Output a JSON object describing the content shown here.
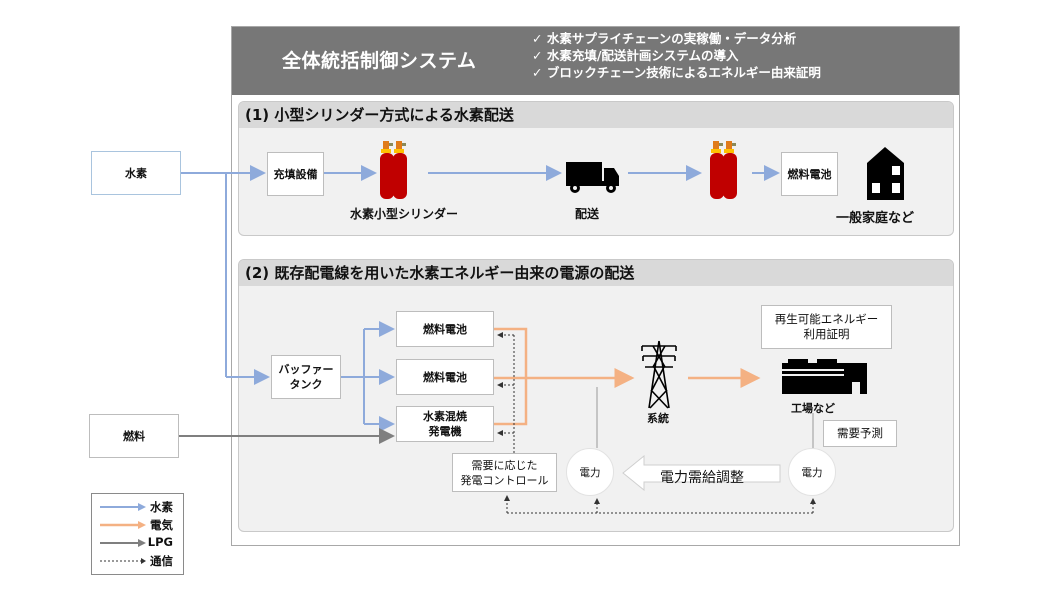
{
  "header": {
    "title": "全体統括制御システム",
    "checks": [
      "✓ 水素サプライチェーンの実稼働・データ分析",
      "✓ 水素充填/配送計画システムの導入",
      "✓ ブロックチェーン技術によるエネルギー由来証明"
    ]
  },
  "inputs": {
    "hydrogen": "水素",
    "fuel": "燃料"
  },
  "section1": {
    "title": "(1) 小型シリンダー方式による水素配送",
    "filling_equipment": "充填設備",
    "cylinder_label": "水素小型シリンダー",
    "delivery_label": "配送",
    "fuel_cell": "燃料電池",
    "home_label": "一般家庭など"
  },
  "section2": {
    "title": "(2) 既存配電線を用いた水素エネルギー由来の電源の配送",
    "buffer_tank": "バッファー\nタンク",
    "fuel_cell_1": "燃料電池",
    "fuel_cell_2": "燃料電池",
    "hydrogen_generator": "水素混焼\n発電機",
    "grid_label": "系統",
    "renewable_cert": "再生可能エネルギー\n利用証明",
    "factory_label": "工場など",
    "demand_forecast": "需要予測",
    "generation_control": "需要に応じた\n発電コントロール",
    "power_left": "電力",
    "power_right": "電力",
    "balancing": "電力需給調整"
  },
  "legend": [
    {
      "label": "水素",
      "color": "#8eaadb",
      "style": "solid"
    },
    {
      "label": "電気",
      "color": "#f4b183",
      "style": "solid"
    },
    {
      "label": "LPG",
      "color": "#7f7f7f",
      "style": "solid"
    },
    {
      "label": "通信",
      "color": "#333333",
      "style": "dotted"
    }
  ],
  "colors": {
    "hydrogen": "#8eaadb",
    "electricity": "#f4b183",
    "lpg": "#7f7f7f",
    "cylinder": "#c00000",
    "header_bg": "#777777"
  }
}
